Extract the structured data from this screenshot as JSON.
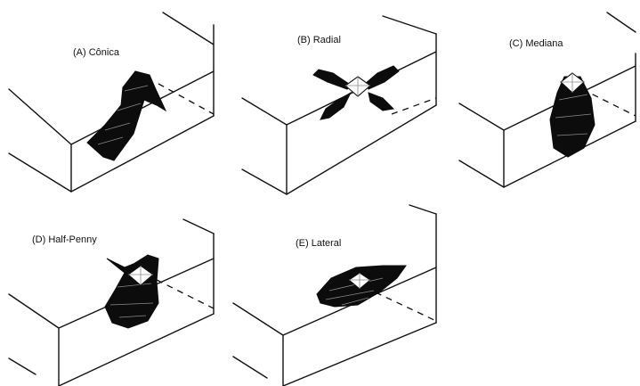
{
  "figure": {
    "panels": [
      {
        "id": "A",
        "label": "(A) Cônica"
      },
      {
        "id": "B",
        "label": "(B) Radial"
      },
      {
        "id": "C",
        "label": "(C) Mediana"
      },
      {
        "id": "D",
        "label": "(D) Half-Penny"
      },
      {
        "id": "E",
        "label": "(E) Lateral"
      }
    ]
  }
}
